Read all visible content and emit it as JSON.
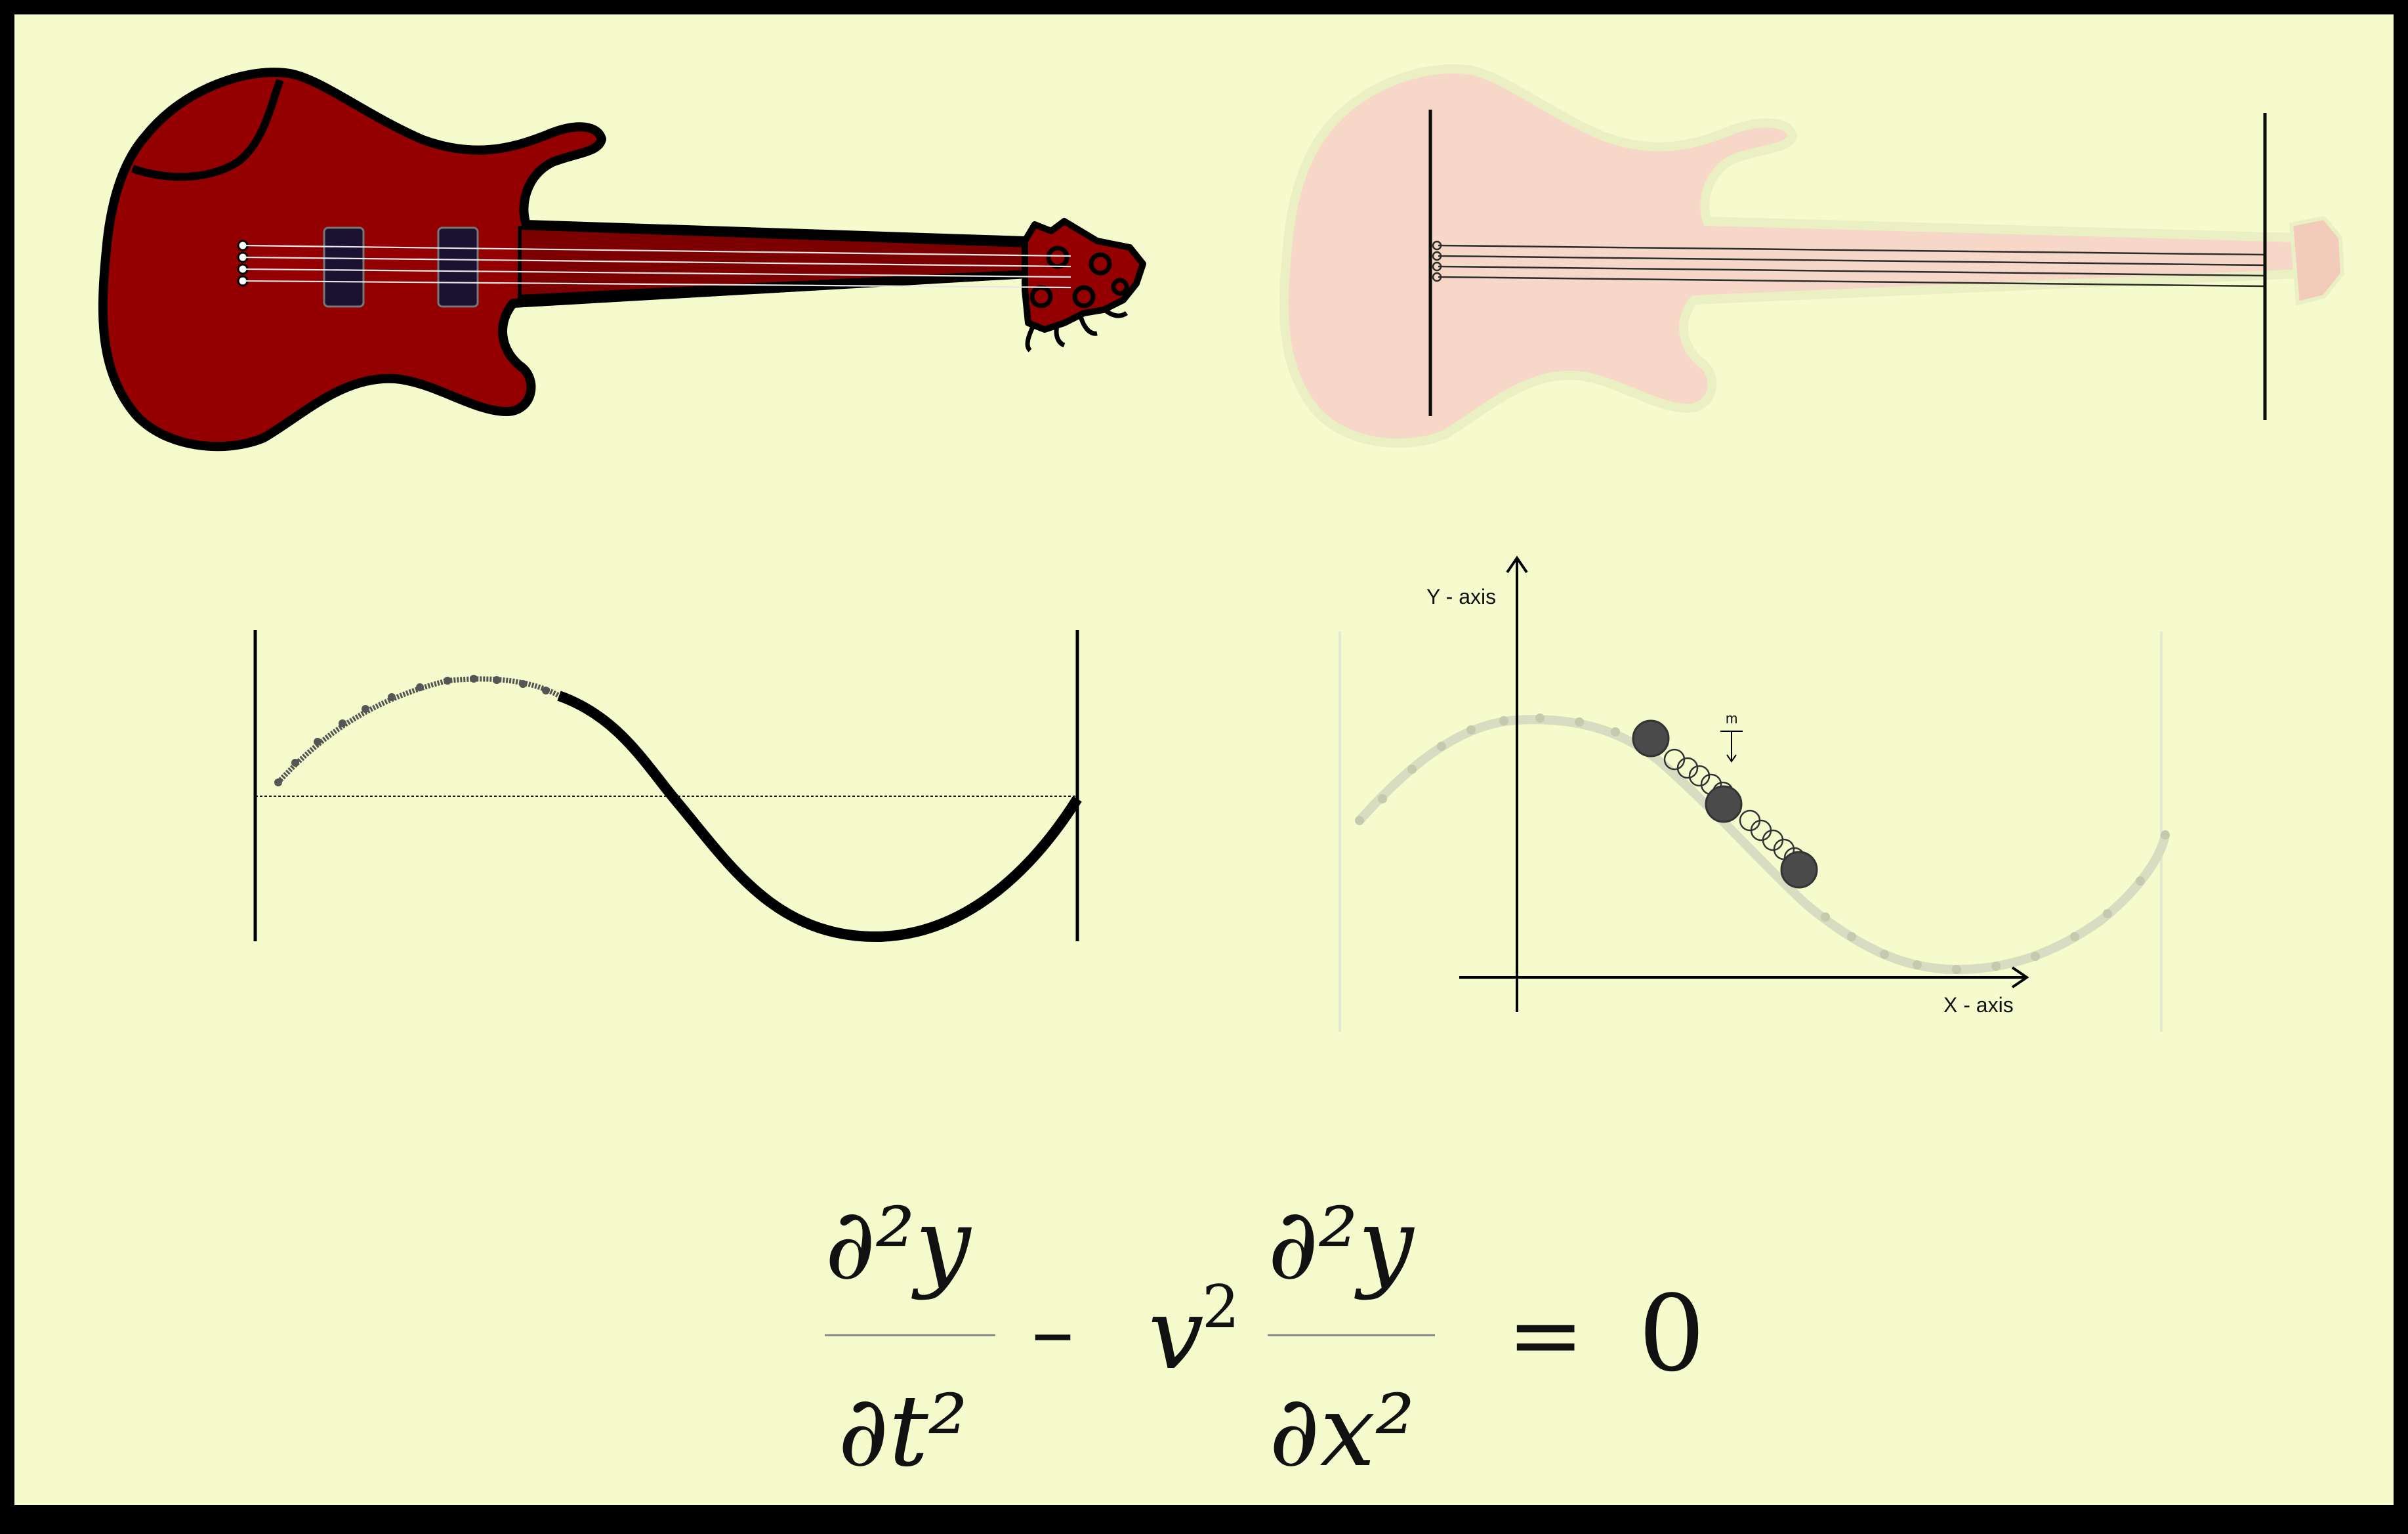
{
  "diagram": {
    "panels": [
      {
        "id": "guitar-red",
        "description_label": ""
      },
      {
        "id": "guitar-faded",
        "description_label": ""
      },
      {
        "id": "string-wave"
      },
      {
        "id": "mass-spring-model"
      }
    ],
    "axes": {
      "x_label": "X - axis",
      "y_label": "Y - axis"
    },
    "mass_label": "m",
    "equation": {
      "term1_num": "∂²y",
      "term1_den": "∂t²",
      "minus": "–",
      "coef": "v",
      "coef_exp": "2",
      "term2_num": "∂²y",
      "term2_den": "∂x²",
      "equals": "=",
      "rhs": "0"
    },
    "colors": {
      "background": "#f6fbcd",
      "guitar_body": "#940000",
      "guitar_faded": "#f6d6c8",
      "pickup": "#1a1230",
      "mass": "#4a4a4a",
      "faded_wave": "#d8dcc0"
    }
  }
}
